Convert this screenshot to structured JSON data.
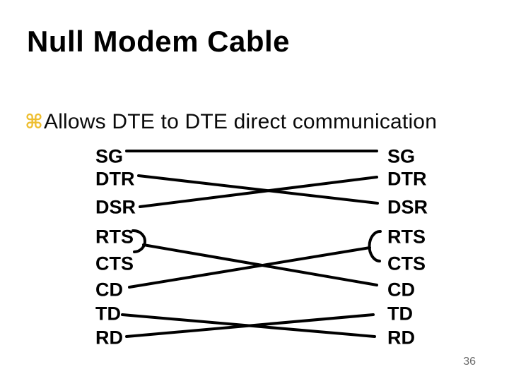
{
  "slide": {
    "title": "Null Modem Cable",
    "bullet": {
      "glyph": "⌘",
      "glyph_name": "command-bullet-icon",
      "glyph_color": "#eebe2f",
      "text": "Allows DTE to DTE direct communication"
    },
    "page_number": "36"
  },
  "diagram": {
    "description": "Null modem cable wiring between two DTE devices",
    "left_pins": [
      "SG",
      "DTR",
      "DSR",
      "RTS",
      "CTS",
      "CD",
      "TD",
      "RD"
    ],
    "right_pins": [
      "SG",
      "DTR",
      "DSR",
      "RTS",
      "CTS",
      "CD",
      "TD",
      "RD"
    ],
    "wire_color": "#000000",
    "connections": [
      {
        "from": "SG",
        "to": "SG"
      },
      {
        "from": "DTR",
        "to": "DSR"
      },
      {
        "from": "DSR",
        "to": "DTR"
      },
      {
        "from": "RTS/CTS",
        "to": "CD"
      },
      {
        "from": "CD",
        "to": "RTS/CTS"
      },
      {
        "from": "TD",
        "to": "RD"
      },
      {
        "from": "RD",
        "to": "TD"
      }
    ],
    "loopbacks": [
      {
        "side": "left",
        "between": [
          "RTS",
          "CTS"
        ]
      },
      {
        "side": "right",
        "between": [
          "RTS",
          "CTS"
        ]
      }
    ]
  }
}
